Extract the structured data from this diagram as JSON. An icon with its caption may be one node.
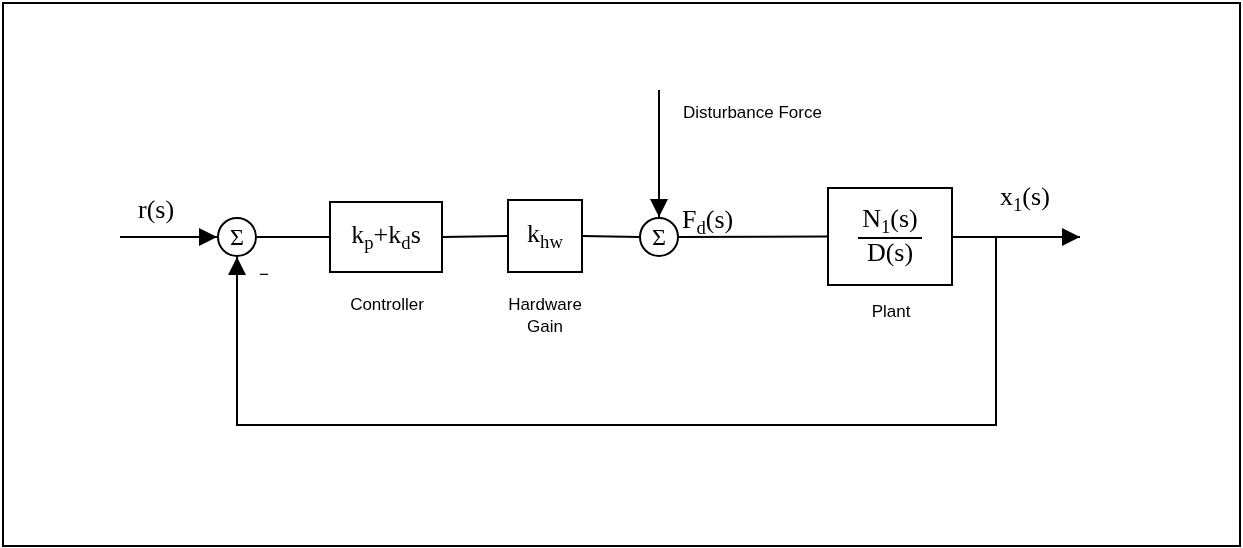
{
  "diagram": {
    "nodes": [
      {
        "text": [
          "Σ"
        ]
      },
      {
        "text": [
          "k$_{p}$+k$_{d}$s"
        ],
        "beside": [
          "Controller"
        ]
      },
      {
        "text": [
          "k$_{hw}$"
        ],
        "beside": [
          "Hardware Gain"
        ]
      },
      {
        "text": [
          "Σ"
        ]
      },
      {
        "text": [
          "N$_{1}$(s)",
          "D(s)"
        ],
        "beside": [
          "Plant"
        ]
      }
    ],
    "edges": [
      {
        "from": null,
        "to": 0,
        "arrow": "to"
      },
      {
        "from": 0,
        "to": 1,
        "arrow": "none"
      },
      {
        "from": 1,
        "to": 2,
        "arrow": "none"
      },
      {
        "from": 2,
        "to": 3,
        "arrow": "none"
      },
      {
        "from": null,
        "to": 3,
        "arrow": "to"
      },
      {
        "from": 3,
        "to": 4,
        "arrow": "none"
      },
      {
        "from": 4,
        "to": null,
        "arrow": "to"
      },
      {
        "from": 4,
        "to": 0,
        "arrow": "to"
      }
    ],
    "labels": [
      "r(s)",
      "−",
      "Disturbance Force",
      "F$_{d}$(s)",
      "x$_{1}$(s)"
    ]
  }
}
